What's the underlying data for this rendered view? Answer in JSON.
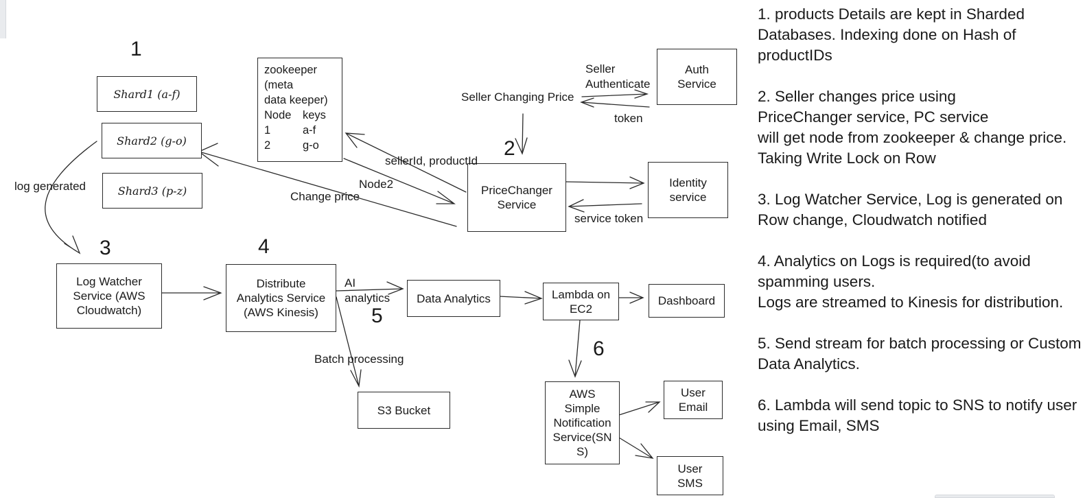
{
  "steps": {
    "s1": "1",
    "s2": "2",
    "s3": "3",
    "s4": "4",
    "s5": "5",
    "s6": "6"
  },
  "shards": {
    "shard1": "Shard1 (a-f)",
    "shard2": "Shard2 (g-o)",
    "shard3": "Shard3 (p-z)"
  },
  "zookeeper": {
    "title": "zookeeper\n(meta\ndata keeper)",
    "header_node": "Node",
    "header_keys": "keys",
    "rows": [
      {
        "node": "1",
        "keys": "a-f"
      },
      {
        "node": "2",
        "keys": "g-o"
      }
    ]
  },
  "services": {
    "auth": "Auth\nService",
    "identity": "Identity\nservice",
    "price_changer": "PriceChanger\nService",
    "log_watcher": "Log Watcher\nService  (AWS\nCloudwatch)",
    "distribute": "Distribute\nAnalytics Service\n(AWS Kinesis)",
    "data_analytics": "Data Analytics",
    "lambda": "Lambda on\nEC2",
    "dashboard": "Dashboard",
    "s3": "S3 Bucket",
    "sns": "AWS\nSimple\nNotification\nService(SN\nS)",
    "user_email": "User\nEmail",
    "user_sms": "User\nSMS"
  },
  "edge_labels": {
    "seller_authenticate": "Seller\nAuthenticate",
    "seller_changing_price": "Seller Changing Price",
    "token": "token",
    "seller_product": "sellerId, productId",
    "node2": "Node2",
    "change_price": "Change price",
    "service_token": "service token",
    "log_generated": "log generated",
    "ai_analytics": "AI\nanalytics",
    "batch_processing": "Batch processing"
  },
  "notes": [
    "1. products Details are kept in Sharded Databases. Indexing done on Hash of productIDs",
    "2. Seller changes price using\nPriceChanger service, PC service\nwill get node from zookeeper & change price. Taking Write Lock on Row",
    "3. Log Watcher Service, Log is generated on Row change, Cloudwatch notified",
    "4. Analytics on Logs is required(to avoid spamming users.\nLogs are streamed to Kinesis for distribution.",
    "5. Send stream for batch processing or Custom Data Analytics.",
    "6. Lambda will send topic to SNS to notify user using Email, SMS"
  ]
}
